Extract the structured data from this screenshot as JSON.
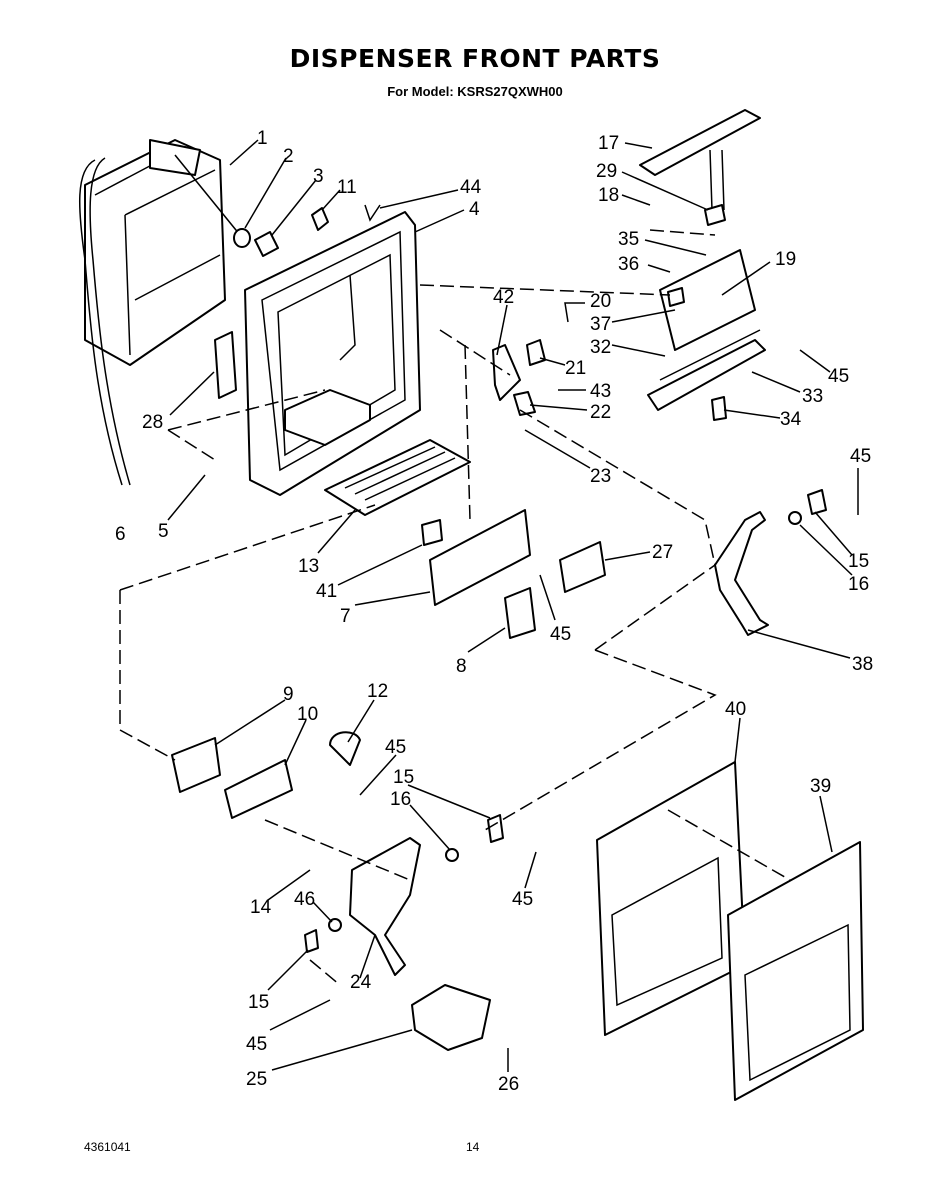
{
  "title": "DISPENSER FRONT PARTS",
  "subtitle": "For Model: KSRS27QXWH00",
  "footer": {
    "doc_number": "4361041",
    "page_number": "14"
  },
  "callouts": [
    {
      "id": "1",
      "text": "1"
    },
    {
      "id": "2",
      "text": "2"
    },
    {
      "id": "3",
      "text": "3"
    },
    {
      "id": "11",
      "text": "11"
    },
    {
      "id": "44",
      "text": "44"
    },
    {
      "id": "4",
      "text": "4"
    },
    {
      "id": "17",
      "text": "17"
    },
    {
      "id": "29",
      "text": "29"
    },
    {
      "id": "18",
      "text": "18"
    },
    {
      "id": "35",
      "text": "35"
    },
    {
      "id": "36",
      "text": "36"
    },
    {
      "id": "19",
      "text": "19"
    },
    {
      "id": "42",
      "text": "42"
    },
    {
      "id": "20",
      "text": "20"
    },
    {
      "id": "37",
      "text": "37"
    },
    {
      "id": "32",
      "text": "32"
    },
    {
      "id": "21",
      "text": "21"
    },
    {
      "id": "43",
      "text": "43"
    },
    {
      "id": "22",
      "text": "22"
    },
    {
      "id": "45a",
      "text": "45"
    },
    {
      "id": "33",
      "text": "33"
    },
    {
      "id": "34",
      "text": "34"
    },
    {
      "id": "28",
      "text": "28"
    },
    {
      "id": "23",
      "text": "23"
    },
    {
      "id": "5",
      "text": "5"
    },
    {
      "id": "6",
      "text": "6"
    },
    {
      "id": "45b",
      "text": "45"
    },
    {
      "id": "15a",
      "text": "15"
    },
    {
      "id": "16a",
      "text": "16"
    },
    {
      "id": "13",
      "text": "13"
    },
    {
      "id": "41",
      "text": "41"
    },
    {
      "id": "27",
      "text": "27"
    },
    {
      "id": "7",
      "text": "7"
    },
    {
      "id": "45c",
      "text": "45"
    },
    {
      "id": "8",
      "text": "8"
    },
    {
      "id": "38",
      "text": "38"
    },
    {
      "id": "9",
      "text": "9"
    },
    {
      "id": "12",
      "text": "12"
    },
    {
      "id": "10",
      "text": "10"
    },
    {
      "id": "45d",
      "text": "45"
    },
    {
      "id": "40",
      "text": "40"
    },
    {
      "id": "39",
      "text": "39"
    },
    {
      "id": "15b",
      "text": "15"
    },
    {
      "id": "16b",
      "text": "16"
    },
    {
      "id": "14",
      "text": "14"
    },
    {
      "id": "46",
      "text": "46"
    },
    {
      "id": "45e",
      "text": "45"
    },
    {
      "id": "24",
      "text": "24"
    },
    {
      "id": "15c",
      "text": "15"
    },
    {
      "id": "45f",
      "text": "45"
    },
    {
      "id": "25",
      "text": "25"
    },
    {
      "id": "26",
      "text": "26"
    }
  ]
}
